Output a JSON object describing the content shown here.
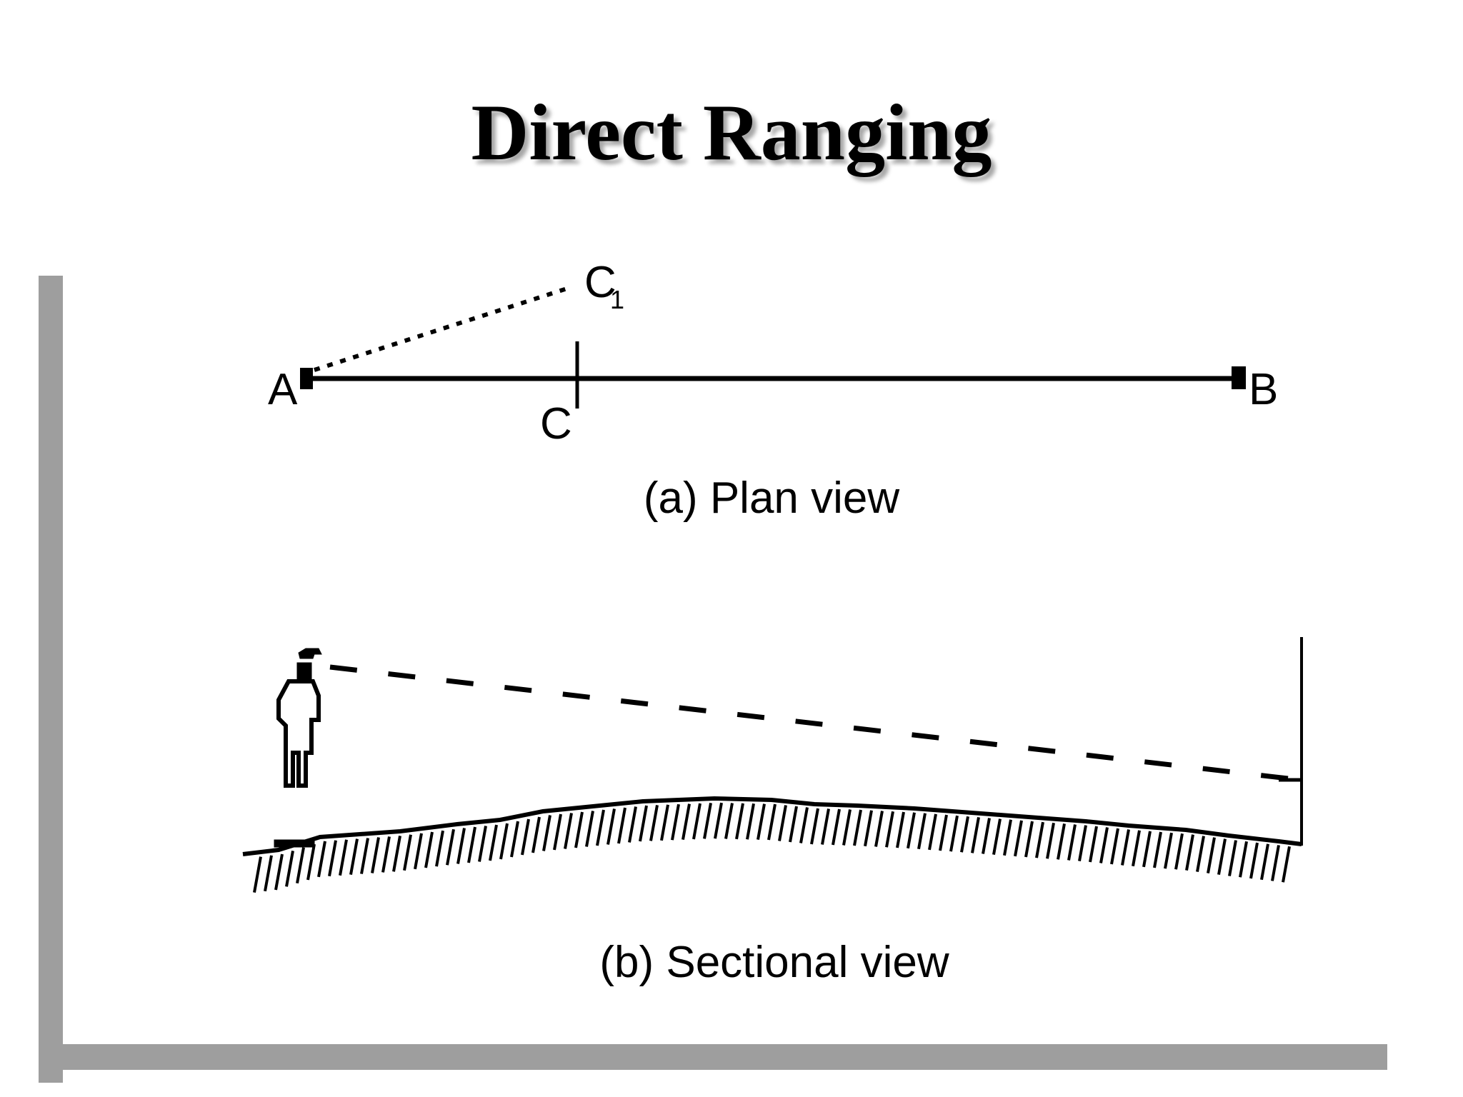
{
  "slide": {
    "title": "Direct Ranging"
  },
  "plan_view": {
    "caption": "(a) Plan view",
    "points": {
      "a": "A",
      "b": "B",
      "c": "C",
      "c1_main": "C",
      "c1_sub": "1"
    }
  },
  "sectional_view": {
    "caption": "(b) Sectional view"
  }
}
